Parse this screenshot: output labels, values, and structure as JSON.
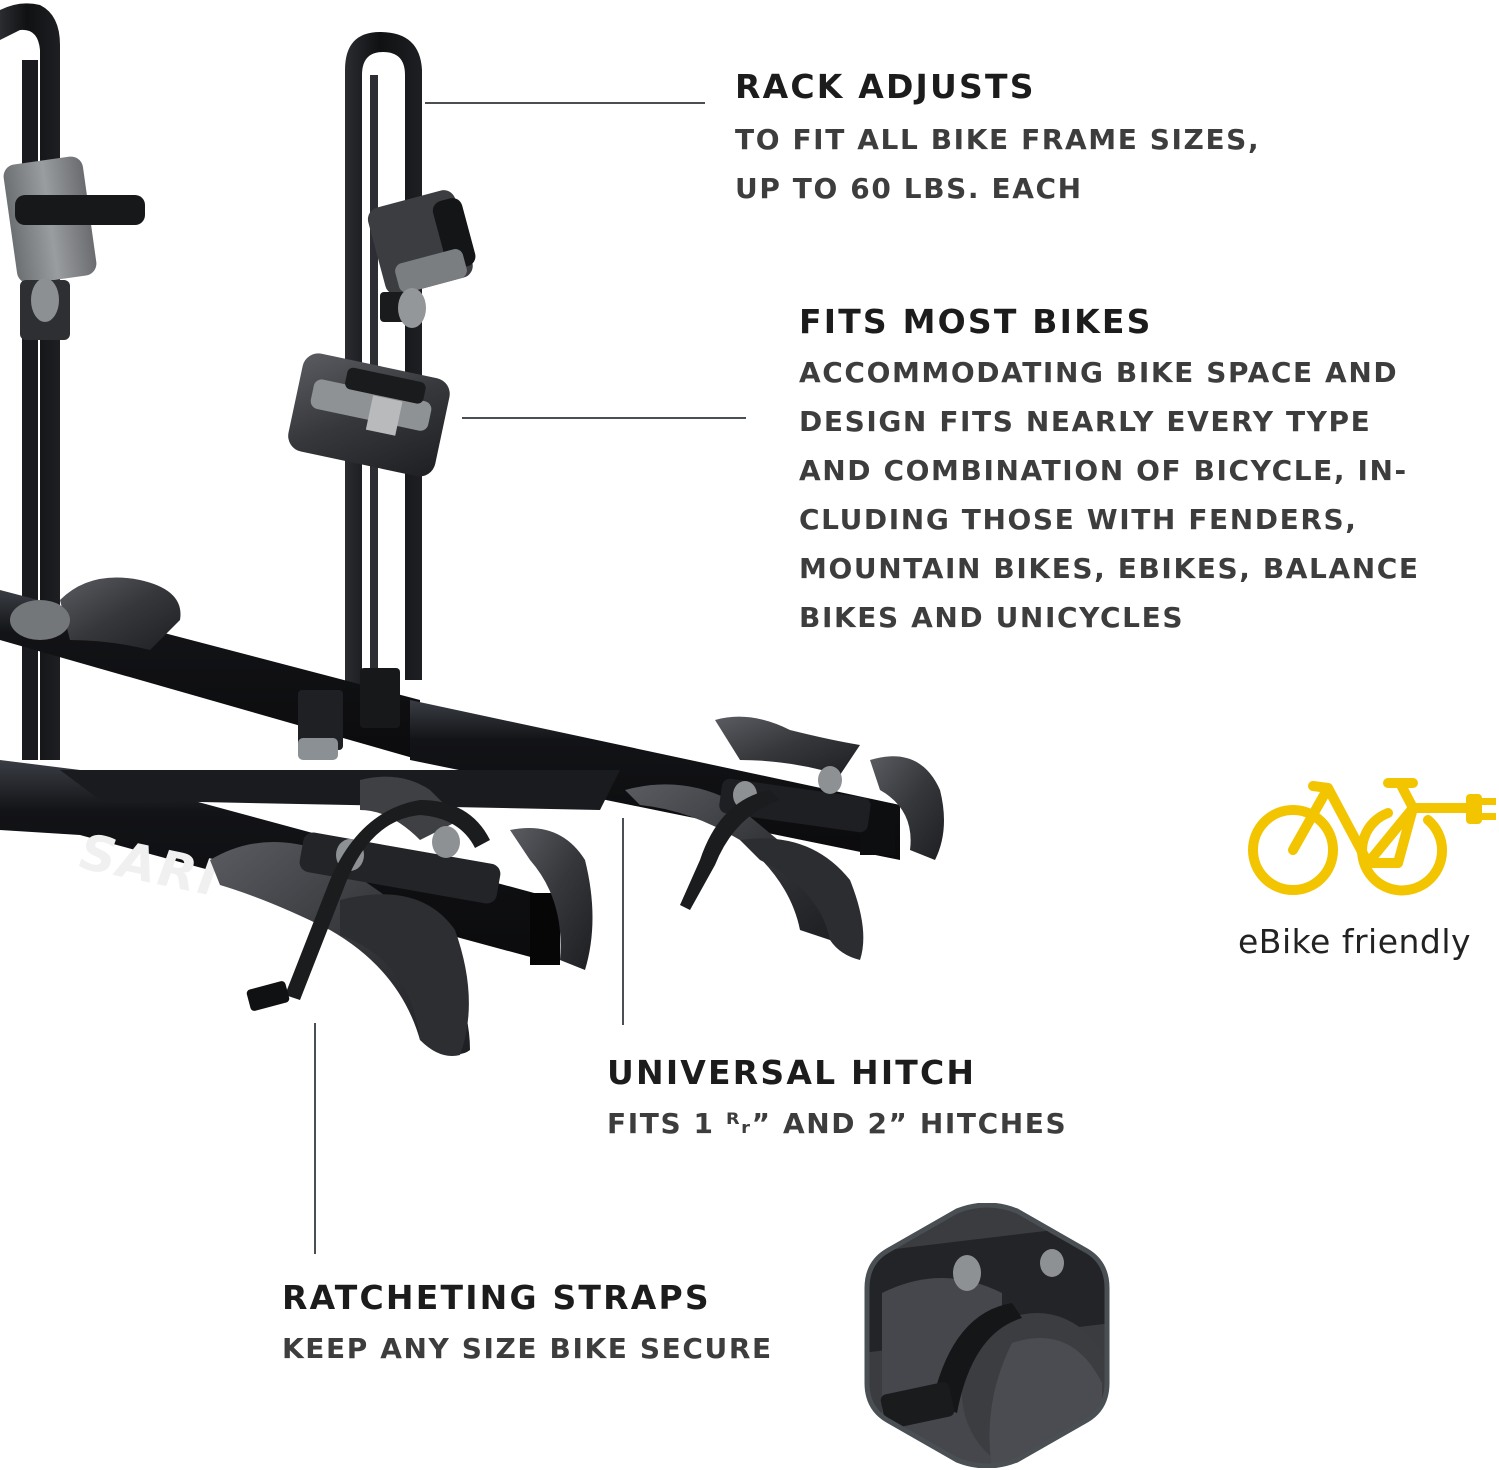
{
  "product": {
    "brand_logo_text": "SARIS",
    "brand_logo_visible": "SARI",
    "colors": {
      "rack_black": "#151618",
      "cradle_gray": "#3a3c40",
      "knob_gray": "#8c8f92",
      "callout_line": "#4a4f54",
      "heading_text": "#1c1c1c",
      "body_text": "#3d3d3d",
      "ebike_yellow": "#f2c500"
    }
  },
  "features": [
    {
      "heading": "RACK ADJUSTS",
      "lines": [
        "TO FIT ALL BIKE FRAME SIZES,",
        "UP TO 60 LBS. EACH"
      ]
    },
    {
      "heading": "FITS MOST BIKES",
      "lines": [
        "ACCOMMODATING BIKE SPACE AND",
        "DESIGN FITS NEARLY EVERY TYPE",
        "AND COMBINATION OF BICYCLE, IN-",
        "CLUDING THOSE WITH FENDERS,",
        "MOUNTAIN BIKES, EBIKES, BALANCE",
        "BIKES AND UNICYCLES"
      ]
    },
    {
      "heading": "UNIVERSAL HITCH",
      "lines": [
        "FITS 1 ᴿᵣ” AND 2” HITCHES"
      ]
    },
    {
      "heading": "RATCHETING STRAPS",
      "lines": [
        "KEEP ANY SIZE BIKE SECURE"
      ]
    }
  ],
  "badge": {
    "icon": "ebike-plug-icon",
    "label": "eBike friendly"
  },
  "inset": {
    "icon": "ratchet-strap-closeup",
    "shape": "hexagon"
  }
}
